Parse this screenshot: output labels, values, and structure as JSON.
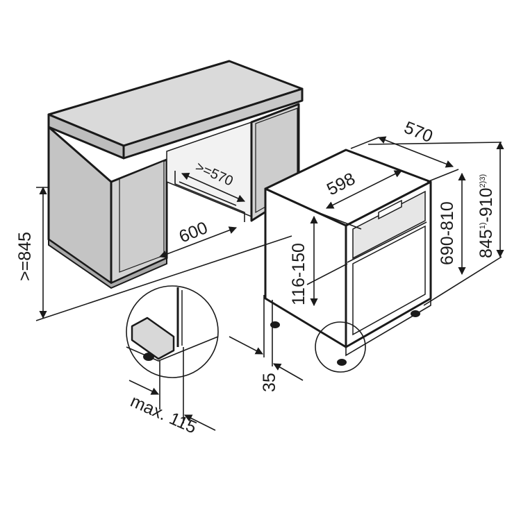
{
  "labels": {
    "cabinet_height": ">=845",
    "recess_depth": ">=570",
    "recess_width": "600",
    "appliance_width": "598",
    "appliance_depth": "570",
    "panel_height": "116-150",
    "height_range_1": "690-810",
    "height_range_2_main": "845",
    "height_range_2_sup1": "1)",
    "height_range_2_mid": "-910",
    "height_range_2_sup2": "2)3)",
    "plinth_offset": "35",
    "detail_max": "max. 115"
  }
}
